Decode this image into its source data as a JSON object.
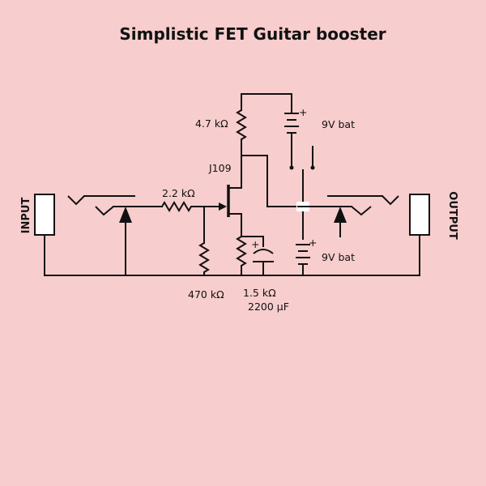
{
  "title": "Simplistic FET Guitar booster",
  "ports": {
    "input": "INPUT",
    "output": "OUTPUT"
  },
  "components": {
    "r_input": "2.2 kΩ",
    "r_gate": "470 kΩ",
    "r_drain": "4.7 kΩ",
    "r_source": "1.5 kΩ",
    "capacitor": "2200 µF",
    "transistor": "J109",
    "battery_top": "9V bat",
    "battery_bottom": "9V bat"
  },
  "polarity": {
    "cap_plus": "+",
    "bat_top_plus": "+",
    "bat_bottom_plus": "+"
  },
  "colors": {
    "background": "#f8cdcd",
    "line": "#111111",
    "jack": "#ffffff"
  }
}
